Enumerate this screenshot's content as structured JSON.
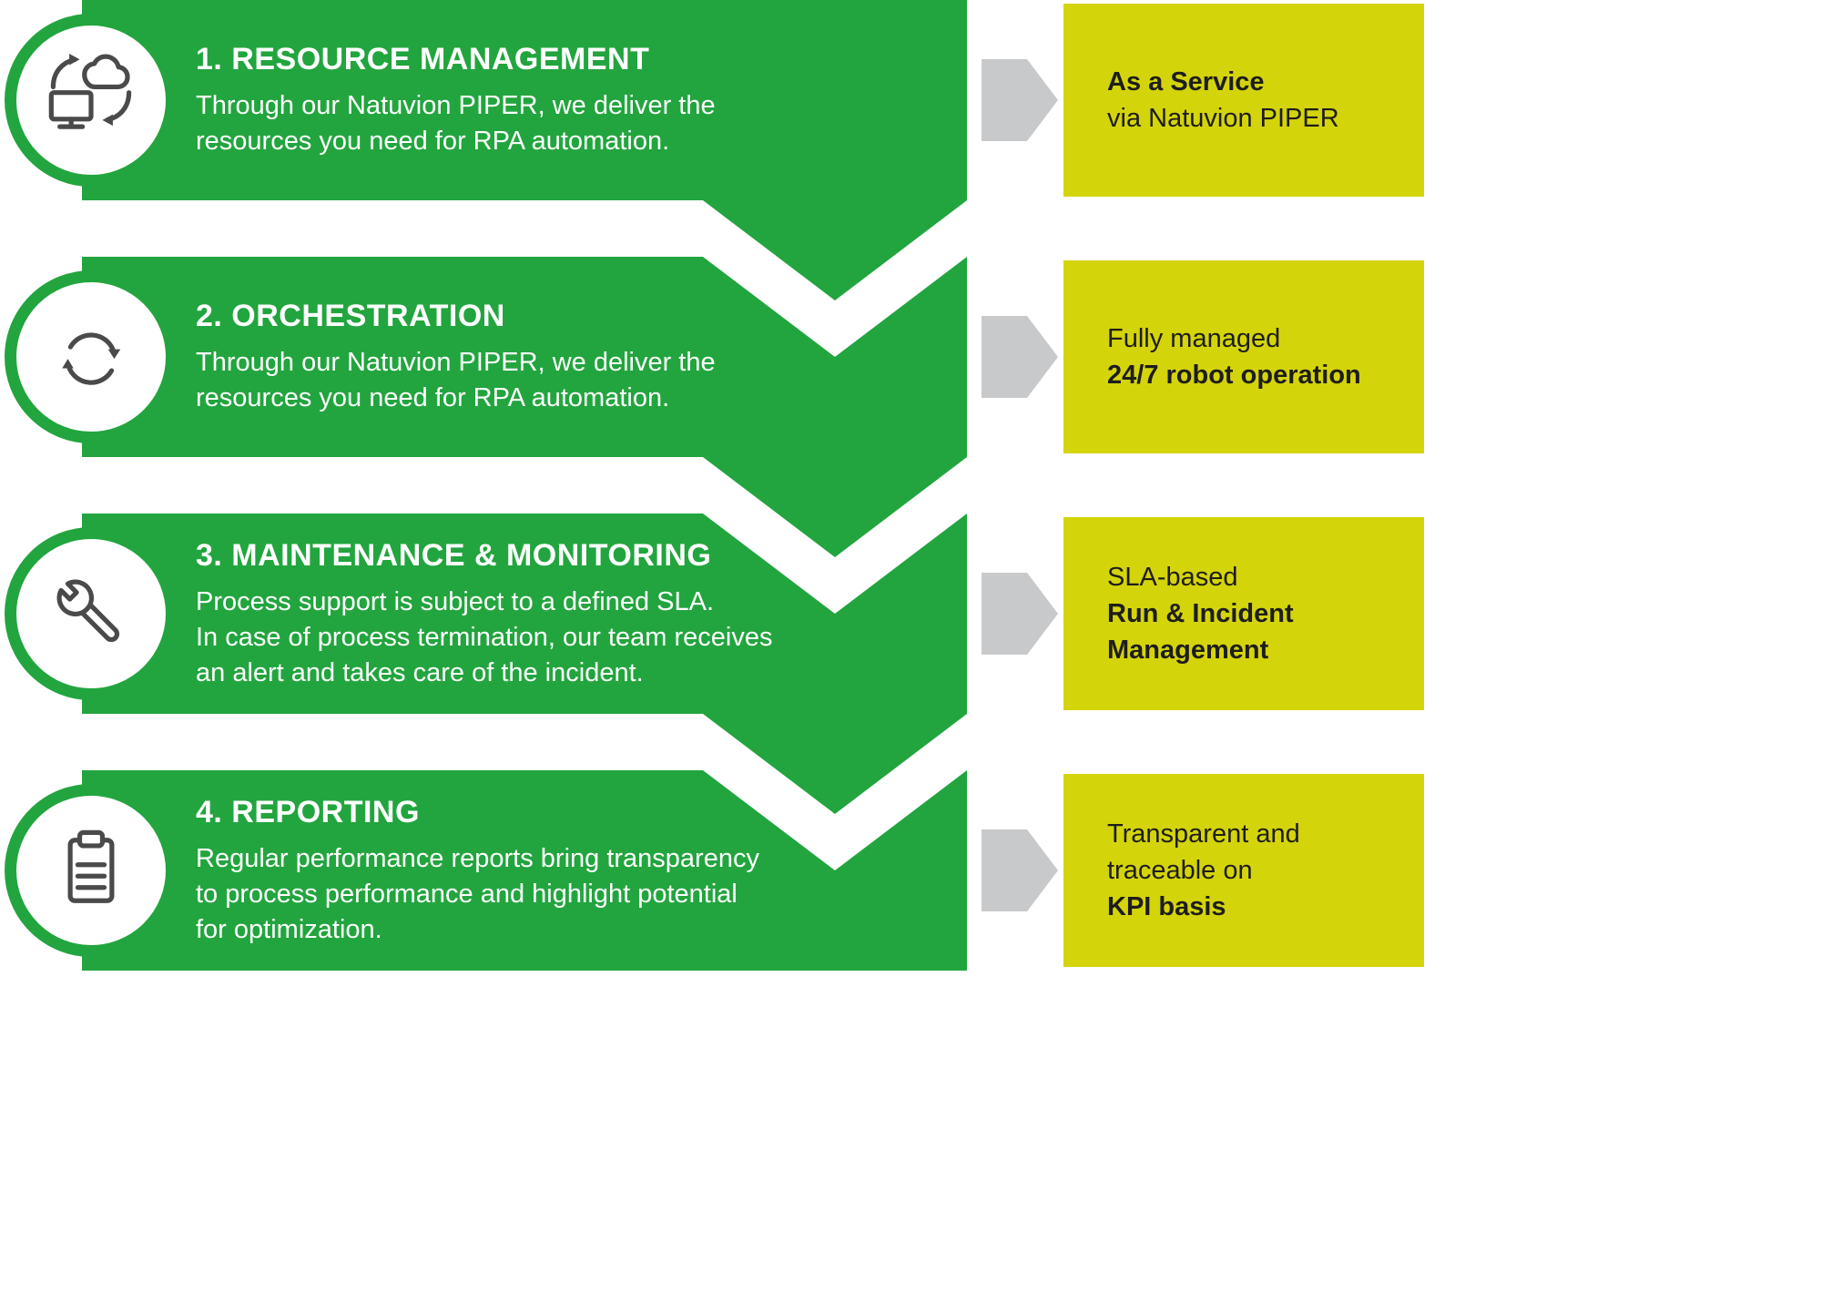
{
  "colors": {
    "banner_green": "#22A53E",
    "outcome_yellow": "#D4D40A",
    "arrow_gray": "#C8C9CA",
    "icon_gray": "#4A4A4A",
    "banner_text": "#FFFFFF",
    "outcome_text": "#1D1D1B"
  },
  "steps": [
    {
      "title": "1. RESOURCE MANAGEMENT",
      "description": "Through our Natuvion PIPER, we deliver the\nresources you need for RPA automation.",
      "icon": "computer-cloud-sync-icon",
      "outcome_line1": "As a Service",
      "outcome_line2": "via Natuvion PIPER"
    },
    {
      "title": "2. ORCHESTRATION",
      "description": "Through our Natuvion PIPER, we deliver the\nresources you need for RPA automation.",
      "icon": "cycle-arrows-icon",
      "outcome_line1": "Fully managed",
      "outcome_line2": "24/7 robot operation"
    },
    {
      "title": "3. MAINTENANCE & MONITORING",
      "description": "Process support is subject to a defined SLA.\nIn case of process termination, our team receives\nan alert and takes care of the incident.",
      "icon": "wrench-icon",
      "outcome_line1": "SLA-based",
      "outcome_line2": "Run & Incident\nManagement"
    },
    {
      "title": "4. REPORTING",
      "description": "Regular performance reports bring transparency\nto process performance and highlight potential\nfor optimization.",
      "icon": "clipboard-icon",
      "outcome_line1": "Transparent and\ntraceable on",
      "outcome_line2": "KPI basis"
    }
  ]
}
